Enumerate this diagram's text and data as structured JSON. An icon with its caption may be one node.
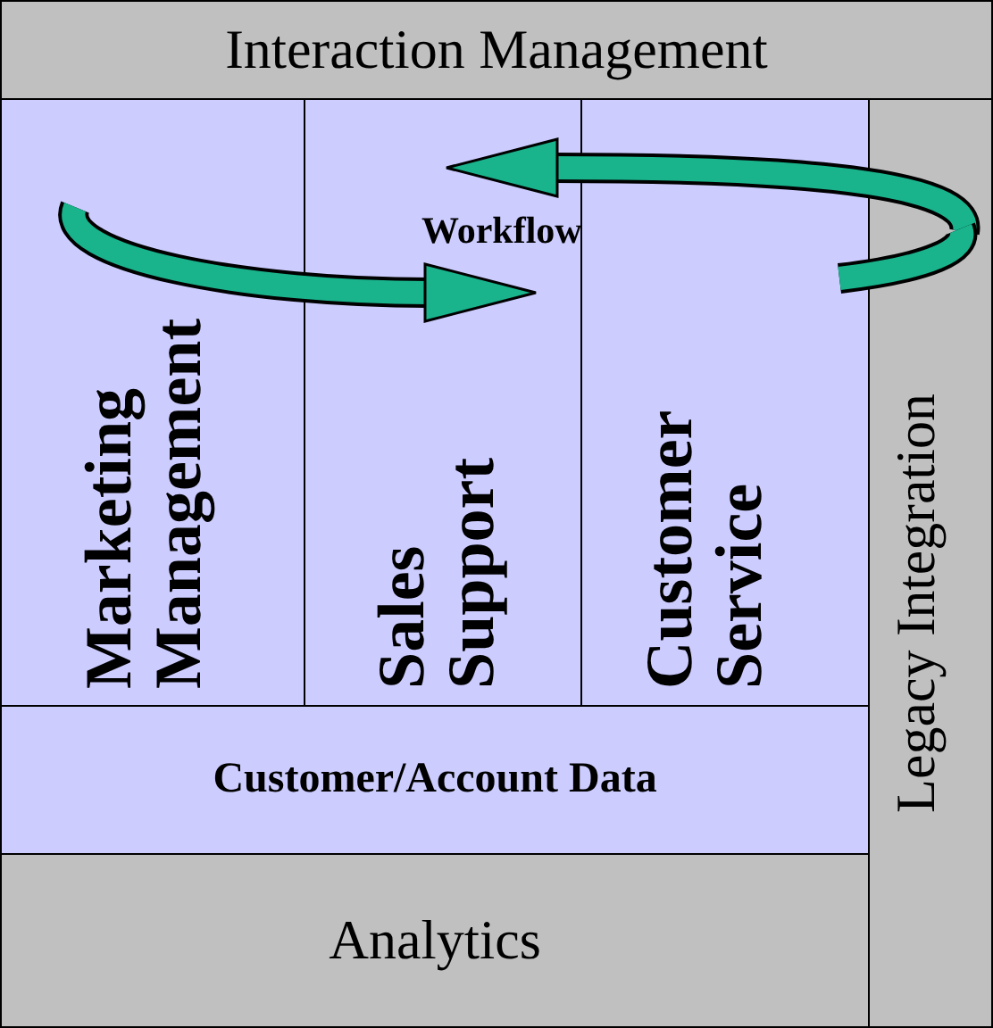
{
  "diagram": {
    "nodes": [
      {
        "text": [
          "Interaction Management"
        ]
      },
      {
        "text": [
          "Marketing Management"
        ]
      },
      {
        "text": [
          "Sales Support"
        ]
      },
      {
        "text": [
          "Customer Service"
        ]
      },
      {
        "text": [
          "Customer/Account Data"
        ]
      },
      {
        "text": [
          "Analytics"
        ]
      },
      {
        "text": [
          "Legacy Integration"
        ]
      }
    ],
    "labels": [
      "Workflow"
    ]
  }
}
